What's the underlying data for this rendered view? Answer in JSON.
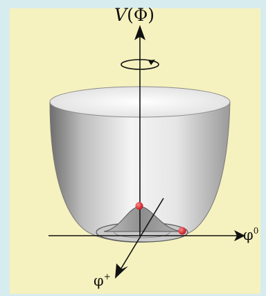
{
  "diagram": {
    "axes": {
      "vertical_label": "V(Φ)",
      "vertical_label_italic": "V",
      "vertical_label_rest": "(Φ)",
      "right_label_base": "φ",
      "right_label_sup": "0",
      "front_label_base": "φ",
      "front_label_sup": "+"
    },
    "colors": {
      "background": "#d6ecee",
      "panel": "#f6f2bf",
      "points": "#d8202a",
      "axes": "#111111"
    },
    "icons": [
      "rotation-arrow-icon",
      "arrow-head-icon"
    ]
  }
}
